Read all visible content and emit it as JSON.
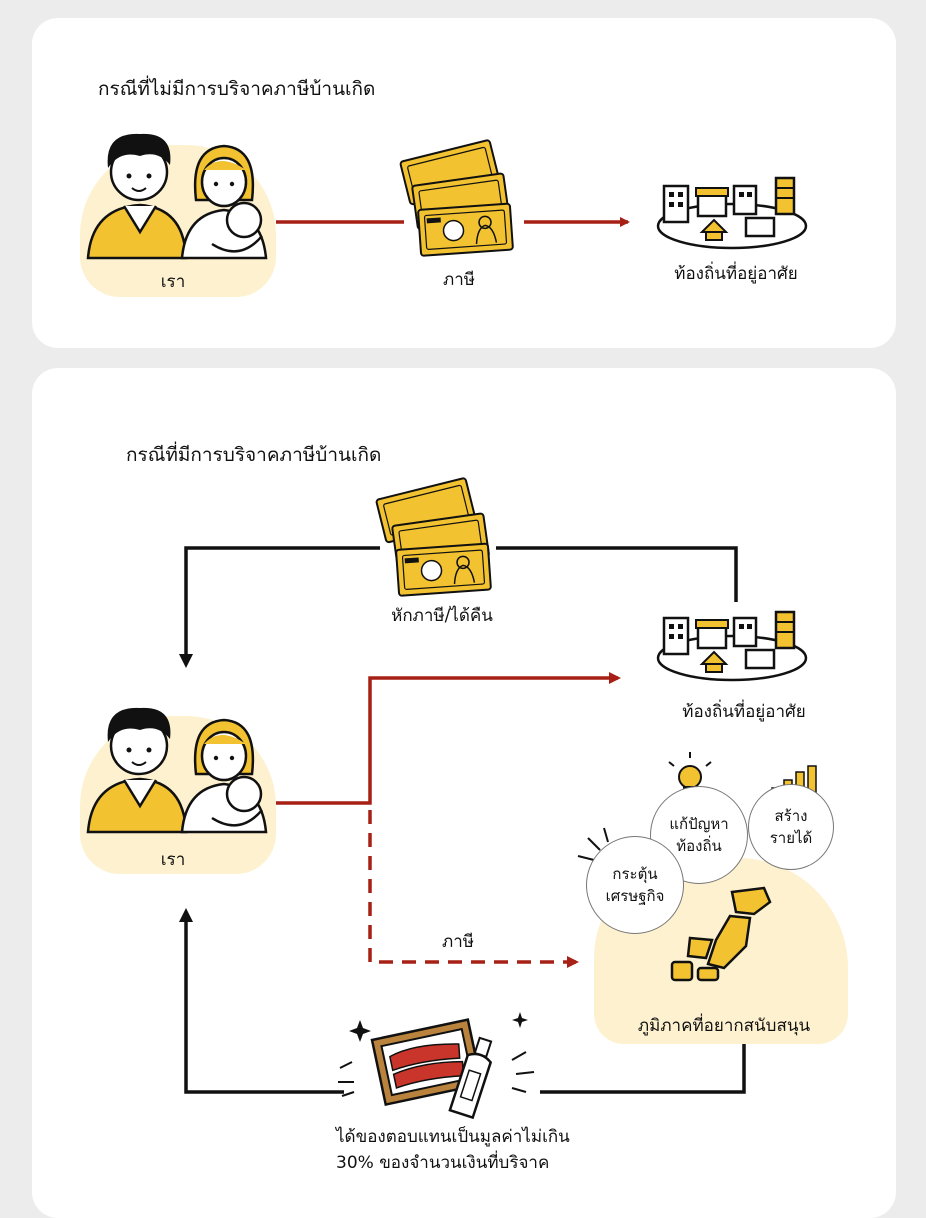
{
  "case_without": {
    "title": "กรณีที่ไม่มีการบริจาคภาษีบ้านเกิด",
    "us_label": "เรา",
    "tax_label": "ภาษี",
    "locality_label": "ท้องถิ่นที่อยู่อาศัย"
  },
  "case_with": {
    "title": "กรณีที่มีการบริจาคภาษีบ้านเกิด",
    "refund_label": "หักภาษี/ได้คืน",
    "locality_label": "ท้องถิ่นที่อยู่อาศัย",
    "us_label": "เรา",
    "tax_label": "ภาษี",
    "region_label": "ภูมิภาคที่อยากสนับสนุน",
    "circles": {
      "solve_line1": "แก้ปัญหา",
      "solve_line2": "ท้องถิ่น",
      "income_line1": "สร้าง",
      "income_line2": "รายได้",
      "economy_line1": "กระตุ้น",
      "economy_line2": "เศรษฐกิจ"
    },
    "gift_line1": "ได้ของตอบแทนเป็นมูลค่าไม่เกิน",
    "gift_line2": "30% ของจำนวนเงินที่บริจาค"
  },
  "colors": {
    "red_arrow": "#a62016",
    "black_arrow": "#111111",
    "yellow": "#f2c230",
    "cream": "#fdf1cf"
  }
}
